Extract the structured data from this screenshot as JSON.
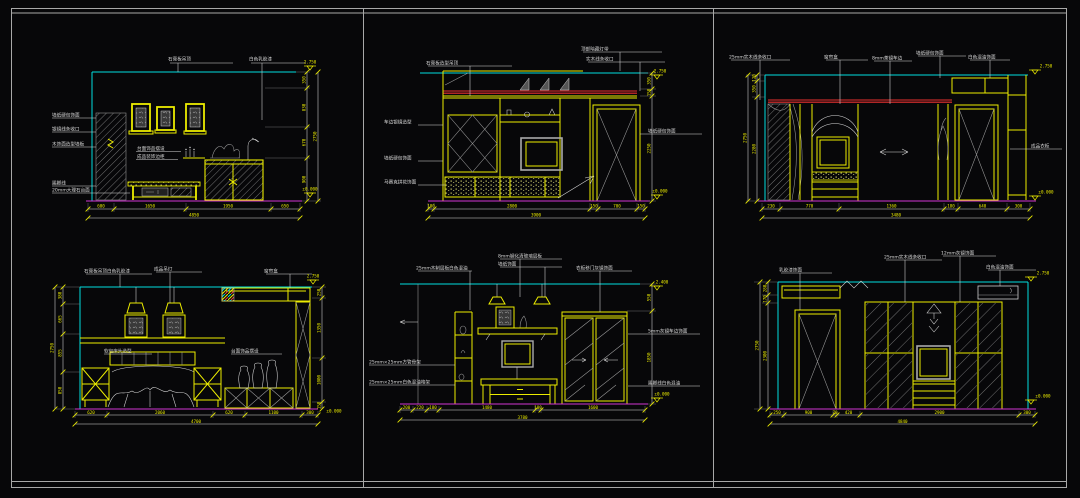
{
  "sheet": {
    "background": "#070709",
    "frame_color": "#a8a8a8",
    "colors": {
      "object_lines": "#ecec00",
      "boundary_lines": "#00dede",
      "accent_lines": "#e83030",
      "floor_lines": "#d236d2",
      "dimension_lines": "#d9d9d9",
      "hatch": "#8f8f8f"
    },
    "grid": "2 rows x 3 columns of interior elevation drawings"
  },
  "panels": {
    "p1": {
      "title": "living-room-display-wall-elevation",
      "ann_top": [
        "石膏板吊顶",
        "白色乳胶漆"
      ],
      "ann_left": [
        "墙纸硬包饰面",
        "银镜线条收口",
        "木饰面造型墙板",
        "踢脚线",
        "20mm大理石台面"
      ],
      "ann_mid": [
        "台面饰品摆设",
        "成品装饰边柜"
      ],
      "dims_bottom": [
        "600",
        "1650",
        "1950",
        "650"
      ],
      "bottom_total": "4850",
      "dims_right": [
        "350",
        "830",
        "670",
        "900"
      ],
      "right_total": "2750",
      "elev_top": "2.750",
      "elev_bot": "±0.000"
    },
    "p2": {
      "title": "tv-background-wall-elevation",
      "ann_top": [
        "石膏板造型吊顶",
        "顶部暗藏灯带",
        "实木线条收口"
      ],
      "ann_left": [
        "车边银镜造型",
        "墙纸硬包饰面",
        "马赛克拼花饰面"
      ],
      "ann_right": "墙纸硬包饰面",
      "dims_bottom": [
        "100",
        "2800",
        "150",
        "700",
        "150"
      ],
      "bottom_total": "3900",
      "dims_right": [
        "350",
        "150",
        "2250"
      ],
      "elev_top": "2.750",
      "elev_bot": "±0.000"
    },
    "p3": {
      "title": "bedroom-bedhead-wall-elevation",
      "ann_top": [
        "25mm实木线条收口",
        "窗帘盒",
        "8mm茶镜车边",
        "墙纸硬包饰面",
        "白色混油饰面"
      ],
      "ann_right": "成品衣柜",
      "dims_bottom": [
        "230",
        "770",
        "1360",
        "180",
        "640",
        "300"
      ],
      "bottom_total": "3480",
      "dims_left": [
        "120",
        "350",
        "2280"
      ],
      "left_total": "2750",
      "elev_top": "2.750",
      "elev_bot": "±0.000"
    },
    "p4": {
      "title": "bedroom-bed-wall-elevation",
      "ann_top": [
        "石膏板吊顶白色乳胶漆",
        "成品吊灯",
        "窗帘盒"
      ],
      "ann_mid": [
        "软包床头造型",
        "台面饰品摆设"
      ],
      "dims_bottom": [
        "620",
        "2060",
        "620",
        "1100",
        "300"
      ],
      "bottom_total": "4700",
      "dims_left": [
        "380",
        "665",
        "855",
        "850"
      ],
      "left_total": "2750",
      "dims_right": [
        "250",
        "1350",
        "1000",
        "150"
      ],
      "elev_top": "2.750",
      "elev_bot": "±0.000"
    },
    "p5": {
      "title": "study-desk-and-wardrobe-elevation",
      "ann_top": [
        "25mm木制层板白色混油",
        "8mm钢化清玻璃层板",
        "墙纸饰面",
        "衣柜移门灰镜饰面"
      ],
      "ann_left": [
        "25mm×25mm方管骨架",
        "25mm×25mm白色混油格架"
      ],
      "ann_right": [
        "5mm灰镜车边饰面",
        "踢脚线白色混油"
      ],
      "dims_bottom": [
        "200",
        "220",
        "180",
        "1480",
        "100",
        "1600"
      ],
      "bottom_total": "3780",
      "dims_right": [
        "550",
        "1850"
      ],
      "elev_top": "2.400",
      "elev_bot": "±0.000"
    },
    "p6": {
      "title": "wardrobe-wall-with-door-elevation",
      "ann_top": [
        "乳胶漆饰面",
        "25mm实木线条收口",
        "12mm灰镜饰面",
        "白色混油饰面"
      ],
      "dims_bottom": [
        "250",
        "900",
        "70",
        "420",
        "2900",
        "300"
      ],
      "bottom_total": "4840",
      "dims_left": [
        "280",
        "170",
        "2300"
      ],
      "left_total": "2750",
      "elev_top": "2.750",
      "elev_bot": "±0.000"
    }
  }
}
